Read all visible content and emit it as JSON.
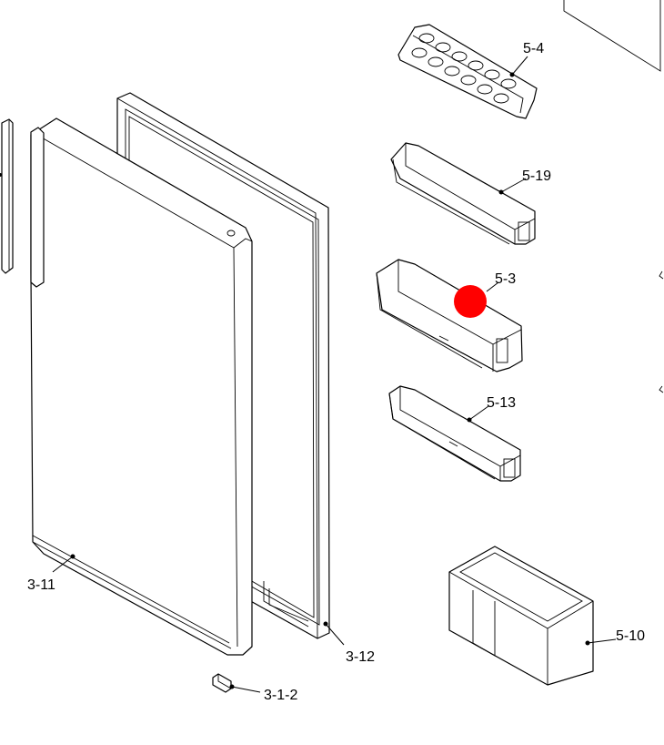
{
  "labels": {
    "egg_tray": "5-4",
    "bin_upper": "5-19",
    "bin_middle": "5-3",
    "bin_lower": "5-13",
    "crisper_box": "5-10",
    "door": "3-11",
    "gasket": "3-12",
    "hinge_part": "3-1-2"
  },
  "colors": {
    "line": "#000000",
    "background": "#ffffff",
    "highlight": "#ff0000"
  }
}
